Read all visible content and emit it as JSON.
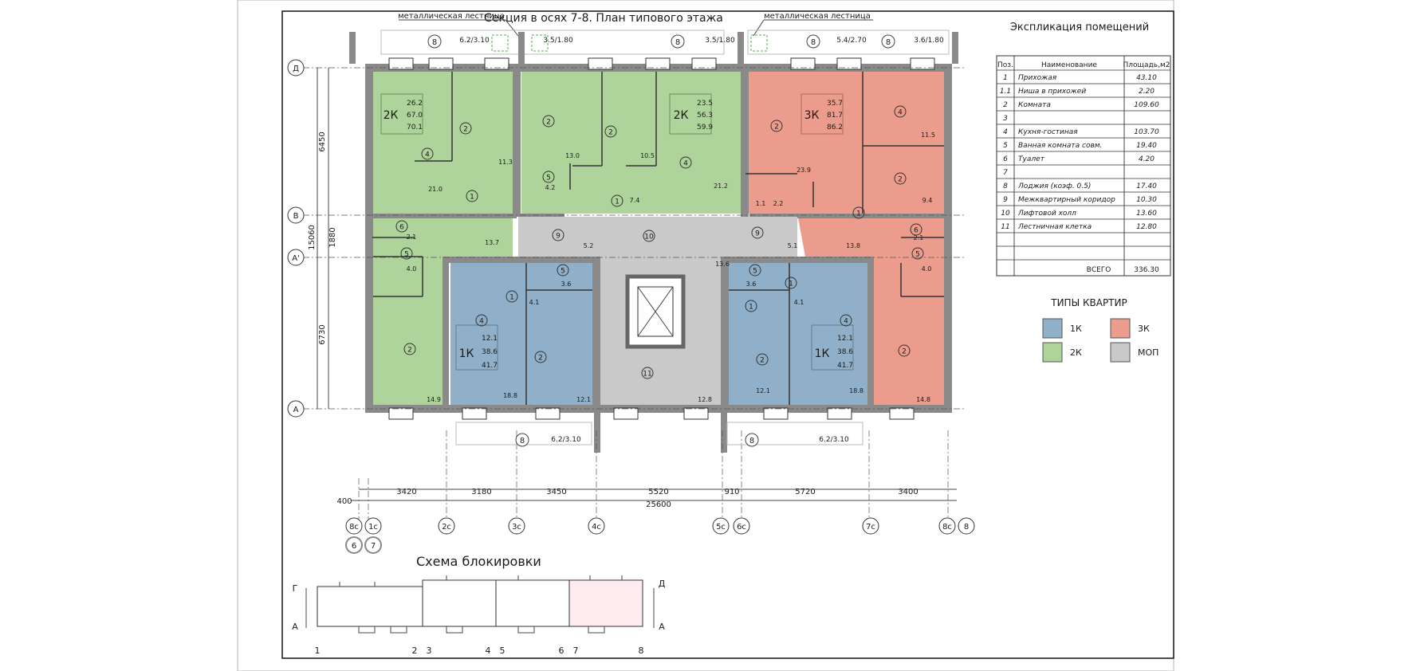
{
  "colors": {
    "type_1k": "#8fb0c8",
    "type_2k": "#aed49c",
    "type_3k": "#ec9c8c",
    "type_mop": "#c9c9c9",
    "wall": "#8a8a8a",
    "line": "#333333"
  },
  "title": "Секция в осях 7-8. План типового этажа",
  "stair_labels": [
    "металлическая лестница",
    "металлическая лестница"
  ],
  "axes_rows": [
    "Д",
    "В",
    "А'",
    "А"
  ],
  "row_dims": [
    "6450",
    "1880",
    "6730"
  ],
  "row_total": "15060",
  "balcony_top": [
    {
      "num": "8"
    },
    {
      "label": "6.2/3.10"
    },
    {
      "label": "3.5/1.80"
    },
    {
      "num": "8"
    },
    {
      "label": "3.5/1.80"
    },
    {
      "num": "8"
    },
    {
      "label": "5.4/2.70"
    },
    {
      "num": "8"
    },
    {
      "label": "3.6/1.80"
    }
  ],
  "balcony_bottom": [
    {
      "num": "8",
      "label": "6.2/3.10"
    },
    {
      "num": "8",
      "label": "6.2/3.10"
    }
  ],
  "apartments": [
    {
      "type": "2К",
      "a": "26.2",
      "b": "67.0",
      "c": "70.1"
    },
    {
      "type": "2К",
      "a": "23.5",
      "b": "56.3",
      "c": "59.9"
    },
    {
      "type": "3К",
      "a": "35.7",
      "b": "81.7",
      "c": "86.2"
    },
    {
      "type": "1К",
      "a": "12.1",
      "b": "38.6",
      "c": "41.7"
    },
    {
      "type": "1К",
      "a": "12.1",
      "b": "38.6",
      "c": "41.7"
    }
  ],
  "room_codes": [
    "2",
    "4",
    "1",
    "6",
    "5",
    "2",
    "2",
    "2",
    "5",
    "1",
    "4",
    "4",
    "2",
    "2",
    "1",
    "6",
    "5",
    "2",
    "9",
    "10",
    "9",
    "11",
    "1",
    "5",
    "4",
    "2",
    "5",
    "1",
    "4",
    "2",
    "1"
  ],
  "areas": [
    "11.3",
    "21.0",
    "2.1",
    "13.7",
    "4.0",
    "14.9",
    "13.0",
    "10.5",
    "4.2",
    "7.4",
    "21.2",
    "11.5",
    "23.9",
    "9.4",
    "1.1",
    "2.2",
    "13.8",
    "2.1",
    "4.0",
    "14.8",
    "5.2",
    "13.6",
    "5.1",
    "3.6",
    "4.1",
    "18.8",
    "12.1",
    "12.8",
    "3.6",
    "4.1",
    "12.1",
    "18.8"
  ],
  "col_dims": [
    "400",
    "3420",
    "3180",
    "3450",
    "5520",
    "910",
    "5720",
    "3400"
  ],
  "col_total": "25600",
  "col_axes": [
    "8с",
    "1с",
    "2с",
    "3с",
    "4с",
    "5с",
    "6с",
    "7с",
    "8с",
    "8"
  ],
  "col_axes_sub": [
    "6",
    "7"
  ],
  "explication": {
    "title": "Экспликация помещений",
    "headers": [
      "Поз.",
      "Наименование",
      "Площадь,м2"
    ],
    "rows": [
      [
        "1",
        "Прихожая",
        "43.10"
      ],
      [
        "1.1",
        "Ниша в прихожей",
        "2.20"
      ],
      [
        "2",
        "Комната",
        "109.60"
      ],
      [
        "3",
        "",
        ""
      ],
      [
        "4",
        "Кухня-гостиная",
        "103.70"
      ],
      [
        "5",
        "Ванная комната совм.",
        "19.40"
      ],
      [
        "6",
        "Туалет",
        "4.20"
      ],
      [
        "7",
        "",
        ""
      ],
      [
        "8",
        "Лоджия (коэф. 0.5)",
        "17.40"
      ],
      [
        "9",
        "Межквартирный коридор",
        "10.30"
      ],
      [
        "10",
        "Лифтовой холл",
        "13.60"
      ],
      [
        "11",
        "Лестничная клетка",
        "12.80"
      ],
      [
        "",
        "",
        ""
      ],
      [
        "",
        "",
        ""
      ]
    ],
    "total_label": "ВСЕГО",
    "total_value": "336.30"
  },
  "legend": {
    "title": "ТИПЫ КВАРТИР",
    "items": [
      "1К",
      "3К",
      "2К",
      "МОП"
    ]
  },
  "scheme": {
    "title": "Схема блокировки",
    "rows": [
      "Г",
      "А",
      "Д",
      "А"
    ],
    "numbers": [
      "1",
      "2",
      "3",
      "4",
      "5",
      "6",
      "7",
      "8"
    ]
  }
}
